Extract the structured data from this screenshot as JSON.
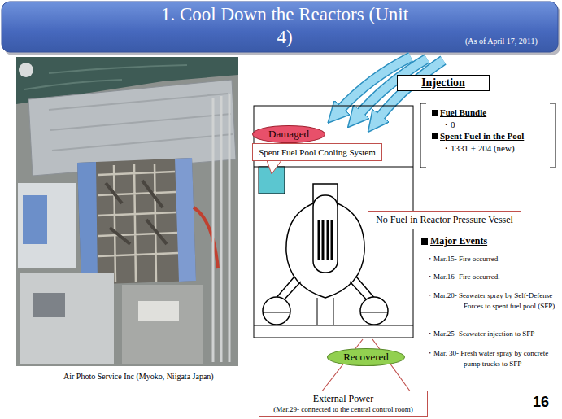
{
  "diagram": {
    "title": "1. Cool Down the Reactors (Unit 4)",
    "nodes": [
      {
        "text": [
          "Injection"
        ]
      },
      {
        "text": [
          "Damaged"
        ]
      },
      {
        "text": [
          "Spent Fuel Pool Cooling System"
        ]
      },
      {
        "text": [
          "No Fuel in Reactor Pressure Vessel"
        ]
      },
      {
        "text": [
          "Recovered"
        ]
      },
      {
        "text": [
          "External Power",
          "(Mar.29- connected to the central control room)"
        ]
      }
    ],
    "labels": [
      "(As of April 17, 2011)",
      "Fuel Bundle",
      "・0",
      "Spent Fuel in the Pool",
      "・1331 + 204 (new)",
      "Major Events",
      "・Mar.15- Fire occurred",
      "・Mar.16- Fire occurred.",
      "・Mar.20- Seawater spray by Self-Defense Forces to spent fuel pool (SFP)",
      "・Mar.25- Seawater injection to SFP",
      "・Mar. 30- Fresh water spray by concrete pump trucks to SFP",
      "Air Photo Service Inc (Myoko, Niigata Japan)",
      "16"
    ]
  }
}
